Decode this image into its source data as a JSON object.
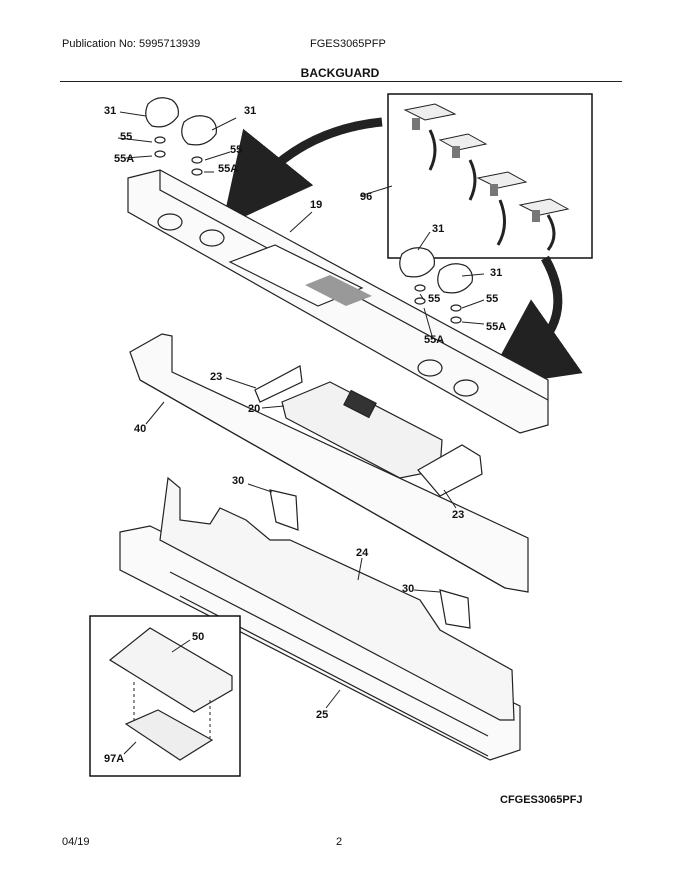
{
  "header": {
    "publication": "Publication No: 5995713939",
    "model": "FGES3065PFP",
    "title": "BACKGUARD"
  },
  "callouts": [
    "31",
    "55",
    "55A",
    "31",
    "55",
    "55A",
    "19",
    "96",
    "31",
    "55",
    "55A",
    "31",
    "55",
    "55A",
    "23",
    "20",
    "40",
    "23",
    "30",
    "24",
    "30",
    "50",
    "25",
    "97A"
  ],
  "diagram_code": "CFGES3065PFJ",
  "footer": {
    "date": "04/19",
    "page": "2"
  }
}
